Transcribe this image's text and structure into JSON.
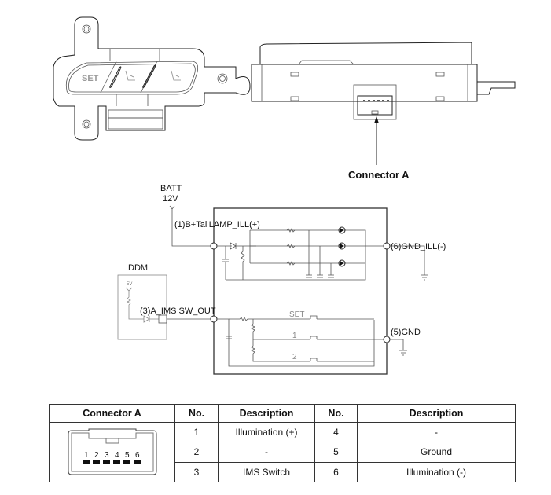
{
  "figure": {
    "connector_callout": "Connector A",
    "switch_labels": {
      "set": "SET"
    }
  },
  "schematic": {
    "batt": "BATT",
    "batt_voltage": "12V",
    "pin1": "(1)B+TailLAMP_ILL(+)",
    "pin6": "(6)GND_ILL(-)",
    "ddm": "DDM",
    "ddm_supply": "5V",
    "pin3": "(3)A_IMS SW_OUT",
    "pin5": "(5)GND",
    "switch_set": "SET",
    "switch_1": "1",
    "switch_2": "2"
  },
  "table": {
    "headers": [
      "Connector A",
      "No.",
      "Description",
      "No.",
      "Description"
    ],
    "connector_pins": [
      "1",
      "2",
      "3",
      "4",
      "5",
      "6"
    ],
    "rows": [
      {
        "no_a": "1",
        "desc_a": "Illumination (+)",
        "no_b": "4",
        "desc_b": "-"
      },
      {
        "no_a": "2",
        "desc_a": "-",
        "no_b": "5",
        "desc_b": "Ground"
      },
      {
        "no_a": "3",
        "desc_a": "IMS Switch",
        "no_b": "6",
        "desc_b": "Illumination (-)"
      }
    ]
  }
}
